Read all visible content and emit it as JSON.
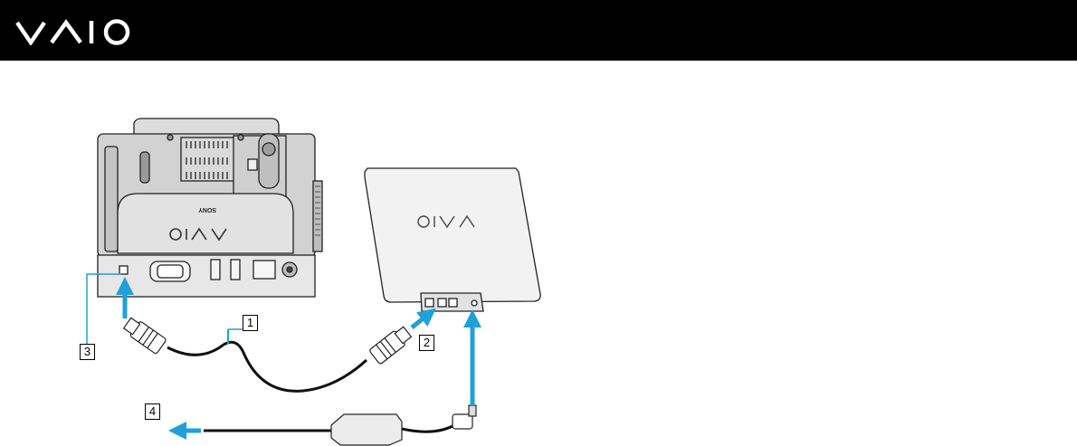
{
  "header": {
    "logo_text": "VAIO",
    "background_color": "#000000",
    "logo_color": "#ffffff"
  },
  "illustration": {
    "arrow_color": "#1fa0d9",
    "device_label": "VAIO",
    "brand_label": "SONY",
    "callouts": [
      {
        "number": "1",
        "target": "cable"
      },
      {
        "number": "2",
        "target": "external-drive-port"
      },
      {
        "number": "3",
        "target": "computer-port"
      },
      {
        "number": "4",
        "target": "ac-adapter-to-outlet"
      }
    ]
  }
}
